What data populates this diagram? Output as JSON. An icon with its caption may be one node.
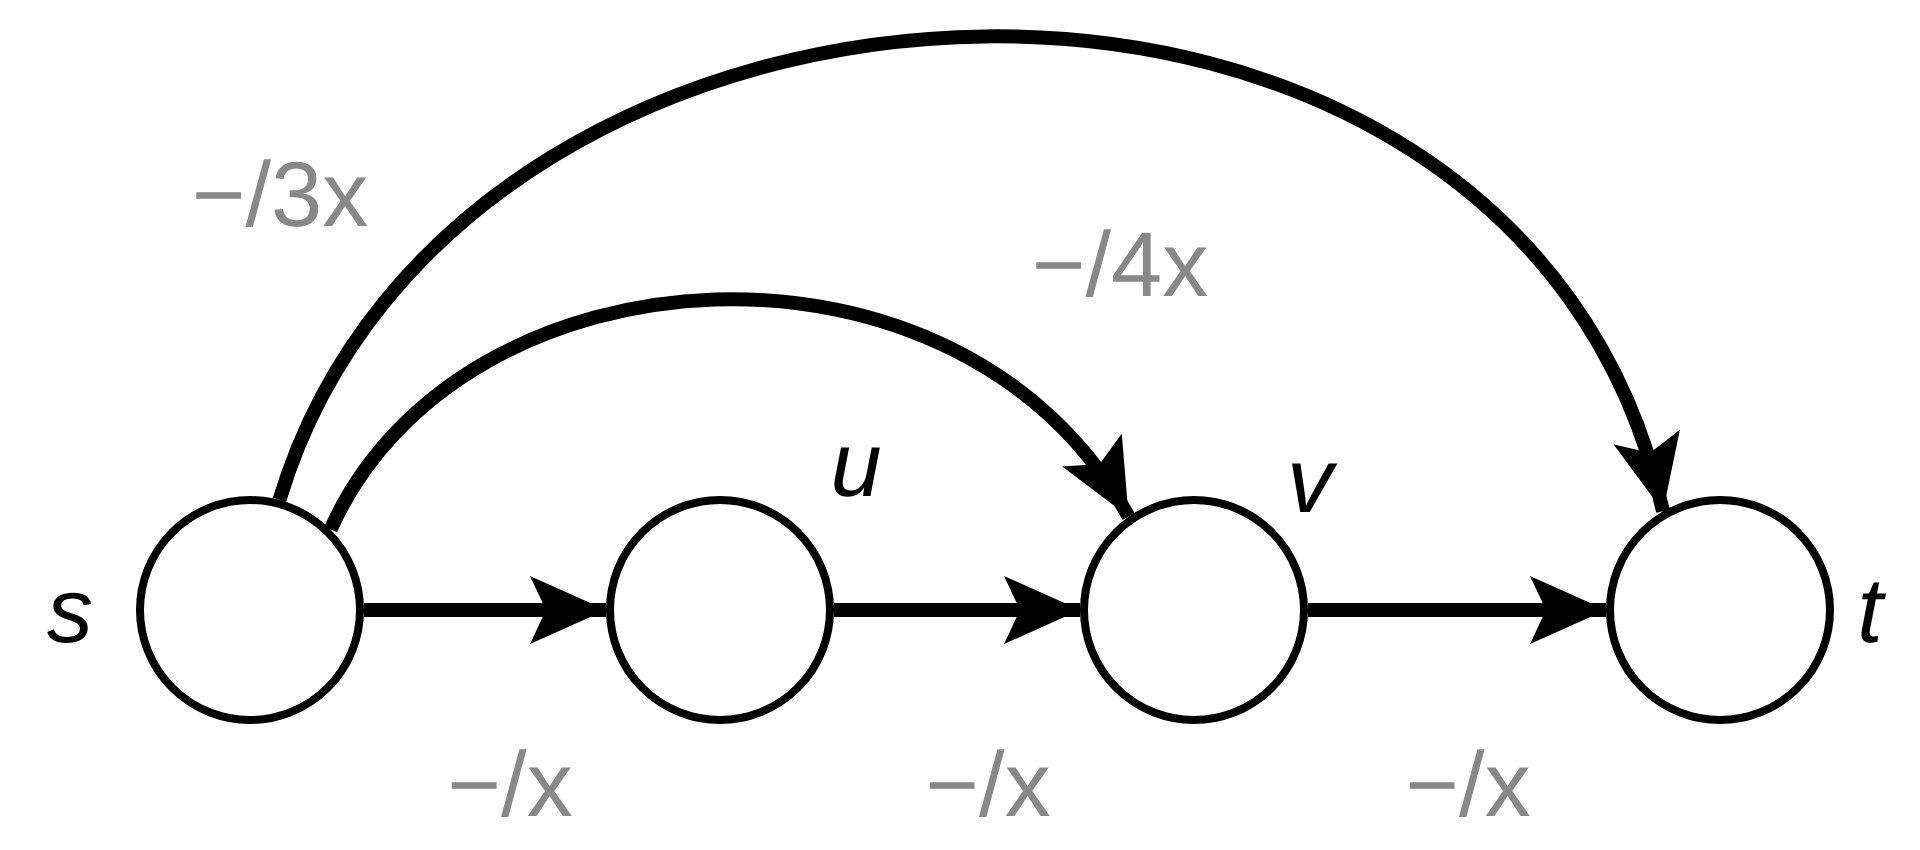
{
  "diagram": {
    "nodes": [
      {
        "text": [],
        "shape": "circle",
        "beside": [
          "s"
        ]
      },
      {
        "text": [],
        "shape": "circle",
        "beside": [
          "u"
        ]
      },
      {
        "text": [],
        "shape": "circle",
        "beside": [
          "v"
        ]
      },
      {
        "text": [],
        "shape": "circle",
        "beside": [
          "t"
        ]
      }
    ],
    "edges": [
      {
        "from": 0,
        "to": 1,
        "arrow": "to",
        "label": "−/x"
      },
      {
        "from": 1,
        "to": 2,
        "arrow": "to",
        "label": "−/x"
      },
      {
        "from": 2,
        "to": 3,
        "arrow": "to",
        "label": "−/x"
      },
      {
        "from": 0,
        "to": 2,
        "arrow": "to",
        "label": "−/4x"
      },
      {
        "from": 0,
        "to": 3,
        "arrow": "to",
        "label": "−/3x"
      }
    ]
  }
}
